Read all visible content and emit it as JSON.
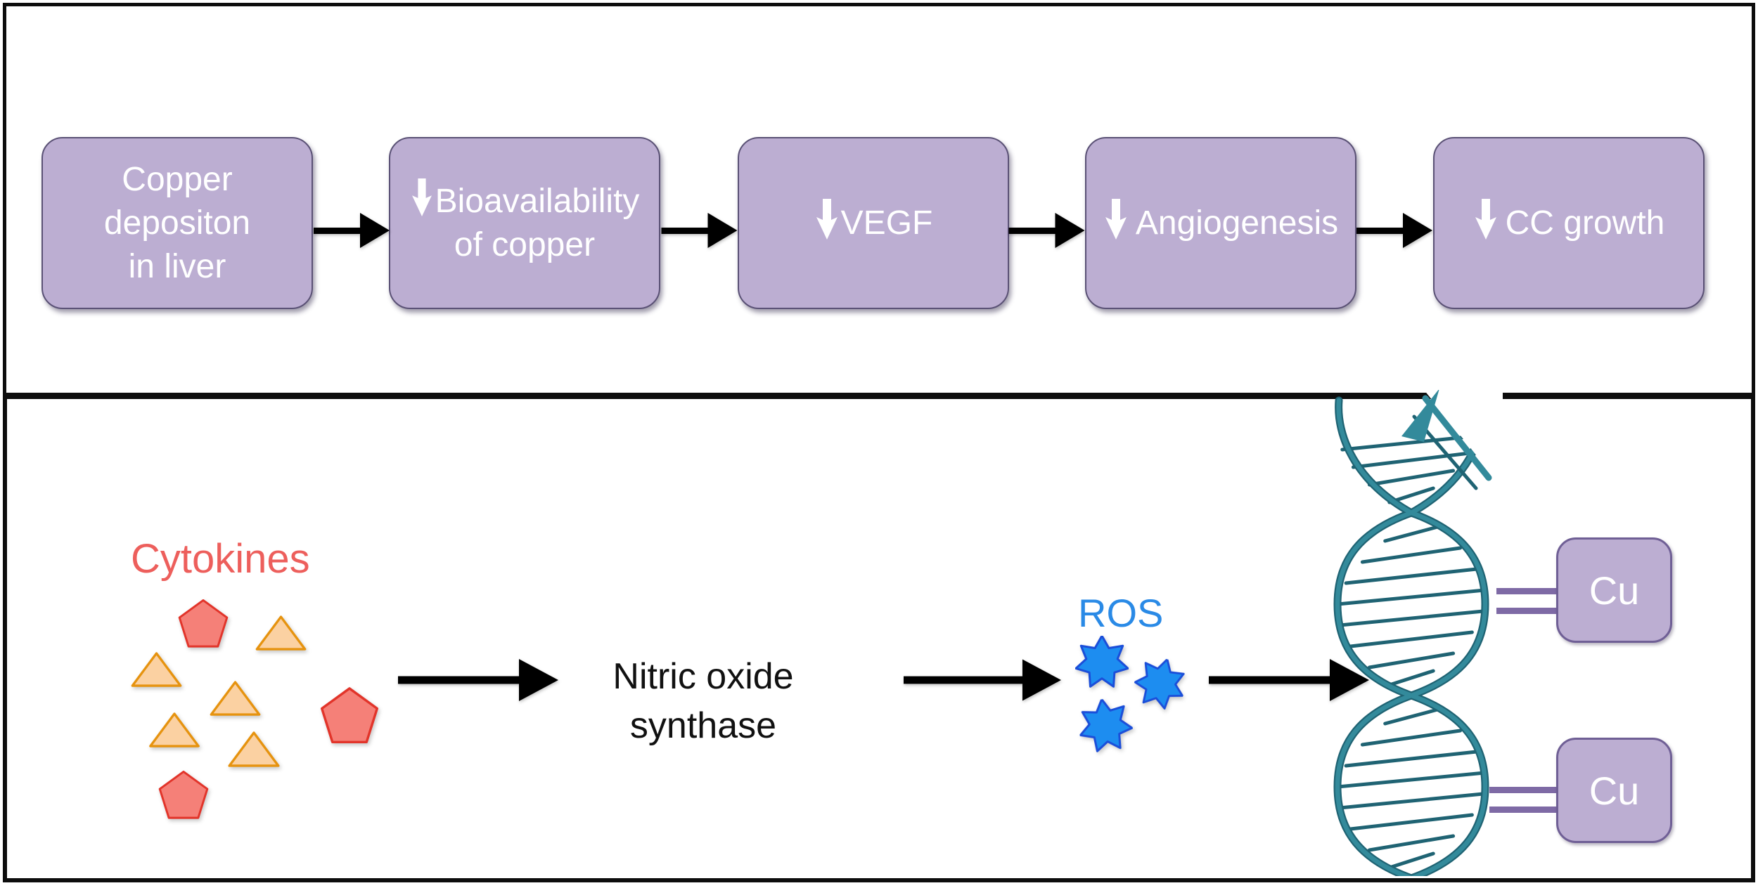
{
  "figure": {
    "top_panel": {
      "boxes": [
        {
          "line1": "Copper",
          "line2": "depositon",
          "line3": "in liver"
        },
        {
          "line1": "Bioavailability",
          "line2": "of copper"
        },
        {
          "line1": "VEGF"
        },
        {
          "line1": "Angiogenesis"
        },
        {
          "line1": "CC growth"
        }
      ]
    },
    "bottom_panel": {
      "cytokines_label": "Cytokines",
      "nos_line1": "Nitric oxide",
      "nos_line2": "synthase",
      "ros_label": "ROS",
      "cu_top_label": "Cu",
      "cu_bottom_label": "Cu",
      "pentagon_count": 3,
      "triangle_count": 5,
      "star_count": 3
    }
  },
  "icons": {
    "down_arrow": "white thick down arrow (decrease)",
    "right_arrow": "black right arrow (leads to)",
    "pentagon": "red pentagon cytokine molecule",
    "triangle": "orange triangle cytokine molecule",
    "star": "blue seven-point burst ROS molecule",
    "dna_helix": "teal DNA double helix"
  },
  "colors": {
    "panelborder": "#0d0d0d",
    "boxfill": "#bcaed2",
    "boxborder": "#5a5175",
    "boxtext": "#ffffff",
    "arrow": "#000000",
    "cyto": "#ed5f5c",
    "penfill": "#f58078",
    "penstroke": "#e2342a",
    "trifill": "#fbd1a2",
    "tristroke": "#e6930f",
    "ros": "#2a8ae6",
    "starfill": "#1d8df0",
    "starstroke": "#1b4ed9",
    "dna": "#338a9b",
    "dnadark": "#1f6373",
    "connector": "#7e6aa5",
    "cuborder": "#6f5f95"
  }
}
